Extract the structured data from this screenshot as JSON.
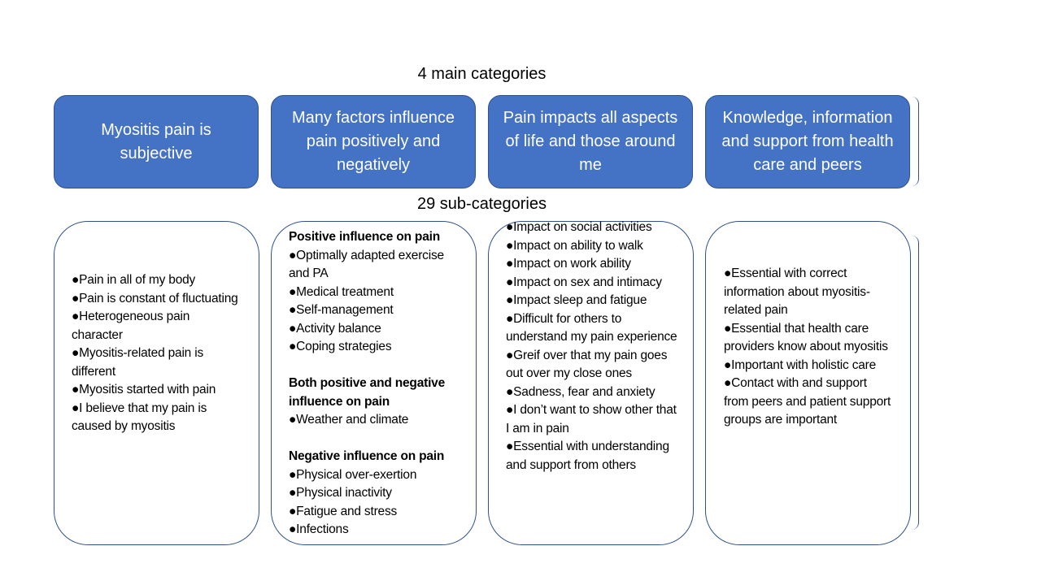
{
  "main_title": "4 main categories",
  "sub_title": "29 sub-categories",
  "categories": [
    {
      "label": "Myositis pain is subjective"
    },
    {
      "label": "Many factors influence pain positively and negatively"
    },
    {
      "label": "Pain impacts all aspects of life and those around me"
    },
    {
      "label": "Knowledge, information and support from health care and peers"
    }
  ],
  "subcategories": {
    "col1": [
      "●Pain in all of my body",
      "●Pain is constant of fluctuating",
      "●Heterogeneous pain character",
      "●Myositis-related pain is different",
      "●Myositis started with pain",
      "●I believe that my pain is caused by myositis"
    ],
    "col2": {
      "positive_heading": "Positive influence on pain",
      "positive": [
        "●Optimally adapted exercise and PA",
        "●Medical treatment",
        "●Self-management",
        "●Activity balance",
        "●Coping strategies"
      ],
      "both_heading": "Both positive and negative influence on pain",
      "both": [
        "●Weather and climate"
      ],
      "negative_heading": "Negative influence on pain",
      "negative": [
        "●Physical over-exertion",
        "●Physical inactivity",
        "●Fatigue and stress",
        "●Infections"
      ]
    },
    "col3": [
      "●Impact on social activities",
      "●Impact on ability to walk",
      "●Impact on work ability",
      "●Impact on sex and intimacy",
      "●Impact sleep and fatigue",
      "●Difficult for others to understand my pain experience",
      "●Greif over that my pain goes out over my close ones",
      "●Sadness, fear and anxiety",
      "●I don’t want to show other that I am in pain",
      "●Essential with understanding and support from others"
    ],
    "col4": [
      "●Essential with correct information about myositis-related pain",
      "●Essential that health care providers know about myositis",
      "●Important with holistic care",
      "●Contact with and support from peers and patient support groups are important"
    ]
  },
  "colors": {
    "category_fill": "#4472C4",
    "border": "#2F528F"
  }
}
